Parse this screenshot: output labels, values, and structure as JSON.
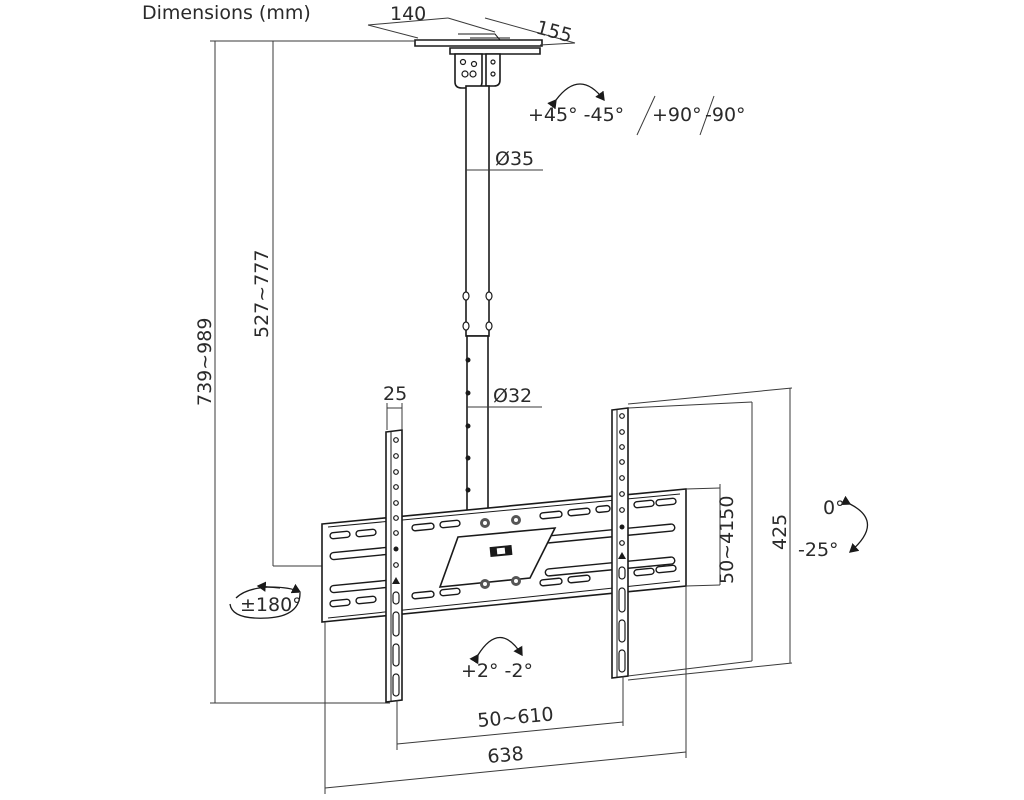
{
  "diagram": {
    "title": "Dimensions (mm)",
    "subject": "Ceiling TV mount",
    "colors": {
      "line": "#1a1a1a",
      "text": "#2a2a2a",
      "background": "#ffffff"
    },
    "dimensions": {
      "ceiling_plate_width": "140",
      "ceiling_plate_depth": "155",
      "total_height": "739~989",
      "pole_height": "527~777",
      "upper_pole_diameter": "Ø35",
      "lower_pole_diameter": "Ø32",
      "arm_width": "25",
      "vesa_vertical": "50~4150",
      "arm_height": "425",
      "vesa_horizontal": "50~610",
      "plate_width": "638"
    },
    "rotations": {
      "ceiling_swivel": "+45° -45°",
      "ceiling_tilt_plus": "+90°",
      "ceiling_tilt_minus": "-90°",
      "tilt_up": "0°",
      "tilt_down": "-25°",
      "pole_rotation": "±180°",
      "leveling": "+2° -2°"
    }
  }
}
